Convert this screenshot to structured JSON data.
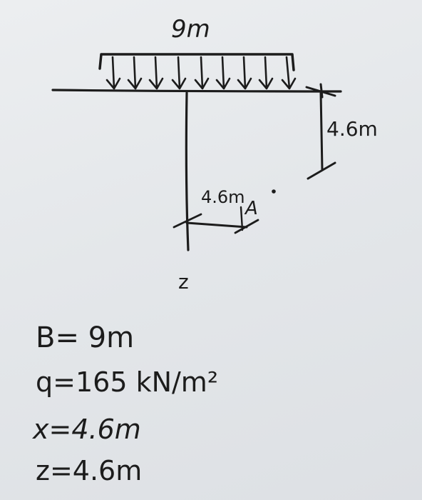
{
  "diagram": {
    "load_width_label": "9m",
    "depth_label": "4.6m",
    "offset_label": "4.6m",
    "point_label": "A",
    "axis_label": "z"
  },
  "given": {
    "line1": "B= 9m",
    "line2": "q=165 kN/m²",
    "line3": "x=4.6m",
    "line4": "z=4.6m"
  }
}
